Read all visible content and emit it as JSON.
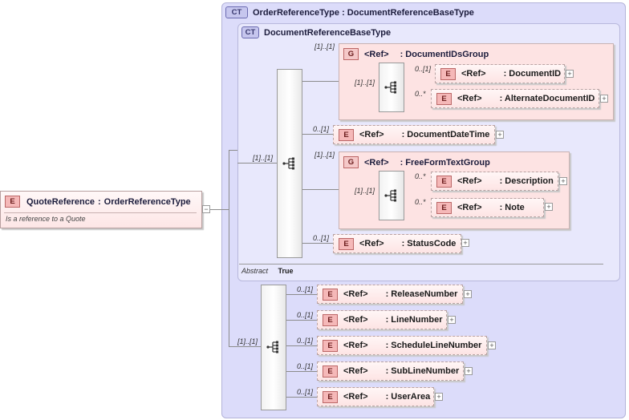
{
  "colors": {
    "complex_type_bg": "#dcdcfa",
    "element_bg": "#fde4e4",
    "badge_element": "#f5b8b8",
    "connector": "#8c8c8c"
  },
  "root": {
    "badge": "E",
    "name": "QuoteReference",
    "type": "OrderReferenceType",
    "separator": ":",
    "doc": "Is a reference to a Quote",
    "collapse": "−"
  },
  "outer_type": {
    "badge": "CT",
    "name": "OrderReferenceType : DocumentReferenceBaseType"
  },
  "inner_type": {
    "badge": "CT",
    "name": "DocumentReferenceBaseType",
    "abstract_label": "Abstract",
    "abstract_value": "True"
  },
  "cardinalities": {
    "inner_seq": "[1]..[1]",
    "outer_seq": "[1]..[1]",
    "group1": "[1]..[1]",
    "group1_seq": "[1]..[1]",
    "group2": "[1]..[1]",
    "group2_seq": "[1]..[1]"
  },
  "group_ids": {
    "badge": "G",
    "ref": "<Ref>",
    "name": ": DocumentIDsGroup",
    "children": [
      {
        "badge": "E",
        "ref": "<Ref>",
        "name": ": DocumentID",
        "card": "0..[1]"
      },
      {
        "badge": "E",
        "ref": "<Ref>",
        "name": ": AlternateDocumentID",
        "card": "0..*"
      }
    ]
  },
  "date_time": {
    "badge": "E",
    "ref": "<Ref>",
    "name": ": DocumentDateTime",
    "card": "0..[1]"
  },
  "group_text": {
    "badge": "G",
    "ref": "<Ref>",
    "name": ": FreeFormTextGroup",
    "children": [
      {
        "badge": "E",
        "ref": "<Ref>",
        "name": ": Description",
        "card": "0..*"
      },
      {
        "badge": "E",
        "ref": "<Ref>",
        "name": ": Note",
        "card": "0..*"
      }
    ]
  },
  "status_code": {
    "badge": "E",
    "ref": "<Ref>",
    "name": ": StatusCode",
    "card": "0..[1]"
  },
  "outer_elements": [
    {
      "badge": "E",
      "ref": "<Ref>",
      "name": ": ReleaseNumber",
      "card": "0..[1]"
    },
    {
      "badge": "E",
      "ref": "<Ref>",
      "name": ": LineNumber",
      "card": "0..[1]"
    },
    {
      "badge": "E",
      "ref": "<Ref>",
      "name": ": ScheduleLineNumber",
      "card": "0..[1]"
    },
    {
      "badge": "E",
      "ref": "<Ref>",
      "name": ": SubLineNumber",
      "card": "0..[1]"
    },
    {
      "badge": "E",
      "ref": "<Ref>",
      "name": ": UserArea",
      "card": "0..[1]"
    }
  ],
  "expand_symbol": "+"
}
